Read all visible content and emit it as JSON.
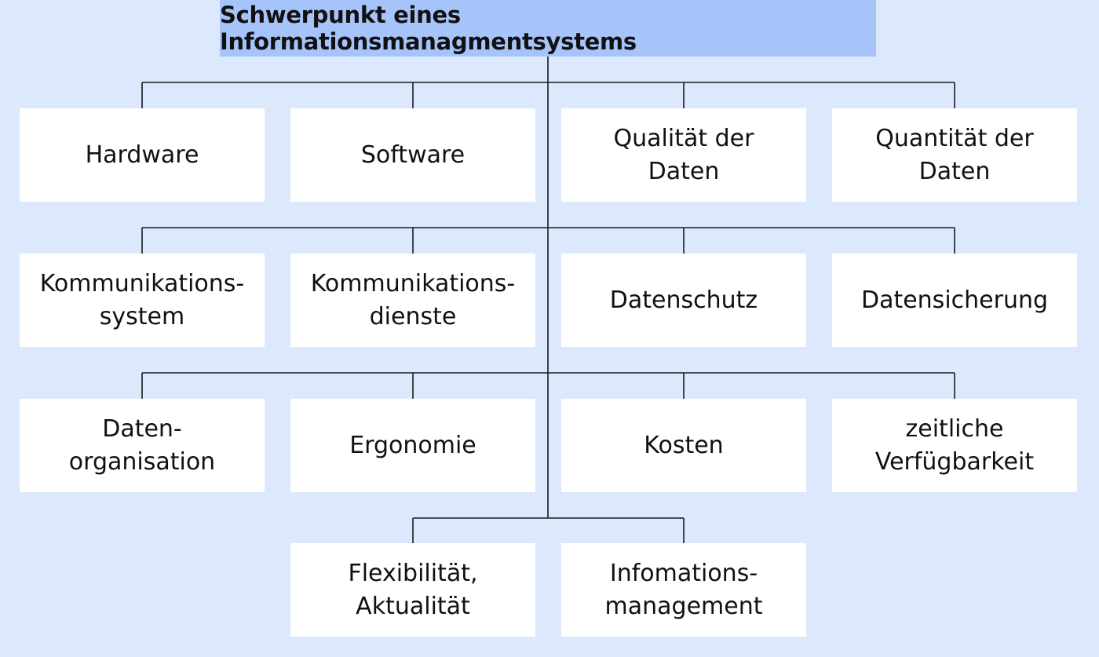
{
  "title": "Schwerpunkt eines Informationsmanagmentsystems",
  "rows": [
    [
      "Hardware",
      "Software",
      "Qualität der\nDaten",
      "Quantität der\nDaten"
    ],
    [
      "Kommunikations-\nsystem",
      "Kommunikations-\ndienste",
      "Datenschutz",
      "Datensicherung"
    ],
    [
      "Daten-\norganisation",
      "Ergonomie",
      "Kosten",
      "zeitliche\nVerfügbarkeit"
    ],
    [
      "Flexibilität,\nAktualität",
      "Infomations-\nmanagement"
    ]
  ],
  "colors": {
    "background": "#dce8fc",
    "title_fill": "#a6c4fa",
    "node_fill": "#ffffff",
    "connector": "#1a1a1a"
  }
}
